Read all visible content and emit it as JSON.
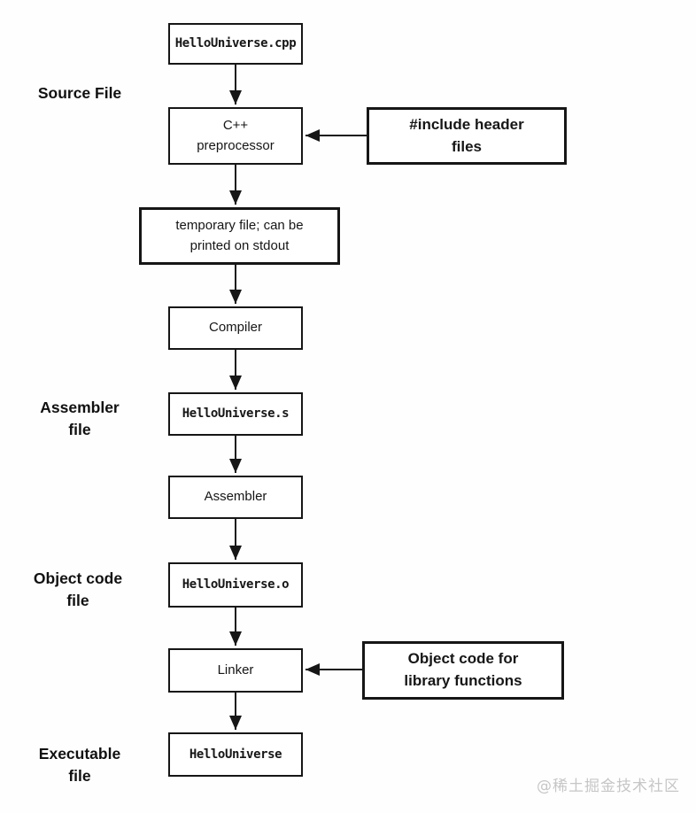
{
  "diagram": {
    "nodes": {
      "source_cpp": "HelloUniverse.cpp",
      "preprocessor": [
        "C++",
        "preprocessor"
      ],
      "include_headers": [
        "#include header",
        "files"
      ],
      "temp_file": [
        "temporary file; can be",
        "printed on stdout"
      ],
      "compiler": "Compiler",
      "assembly_file": "HelloUniverse.s",
      "assembler": "Assembler",
      "object_file": "HelloUniverse.o",
      "linker": "Linker",
      "library_objects": [
        "Object code for",
        "library functions"
      ],
      "executable": "HelloUniverse"
    },
    "side_labels": {
      "source": "Source File",
      "assembler_file": [
        "Assembler",
        "file"
      ],
      "object_code_file": [
        "Object code",
        "file"
      ],
      "executable_file": [
        "Executable",
        "file"
      ]
    },
    "watermark": "@稀土掘金技术社区",
    "colors": {
      "line": "#161616",
      "background": "#fefefe",
      "watermark": "#c6c6c6"
    }
  }
}
